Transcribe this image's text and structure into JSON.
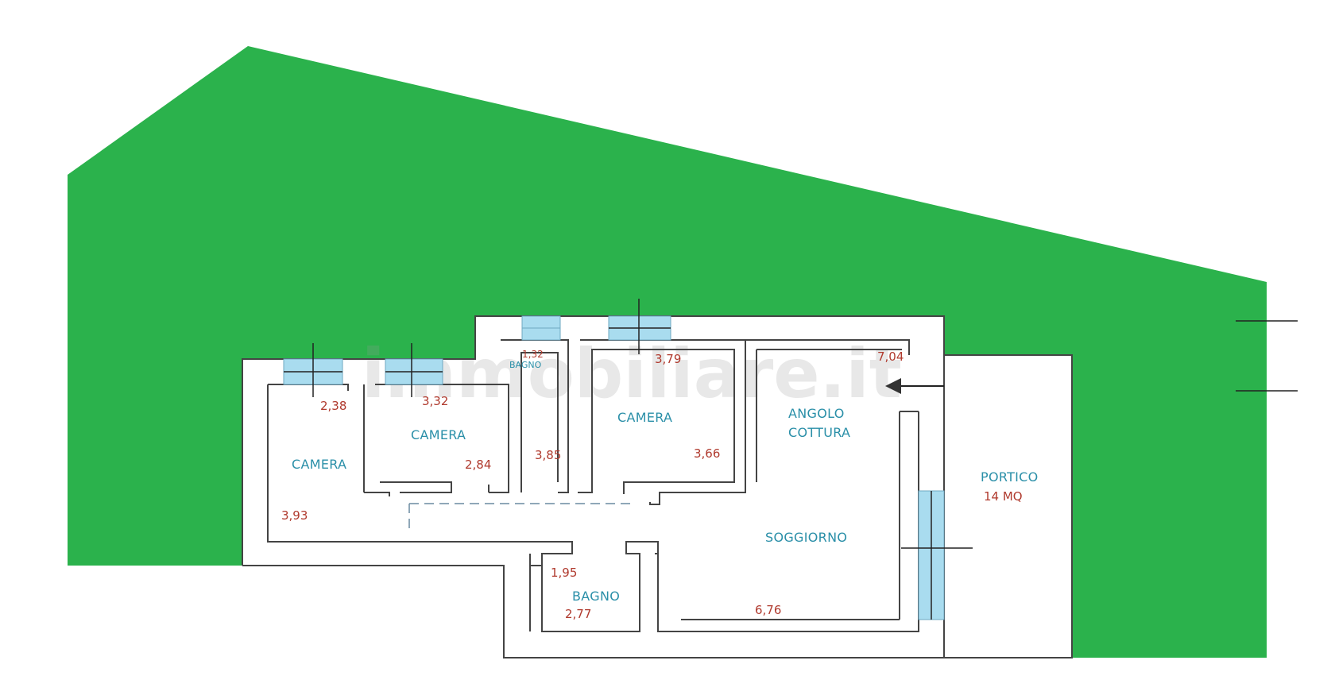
{
  "colors": {
    "garden": "#2bb24c",
    "wall": "#444444",
    "window": "#a9dcef",
    "room_text": "#2a8fa8",
    "dim_text": "#b03a2e"
  },
  "watermark": "immobiliare.it",
  "rooms": {
    "camera_left": "CAMERA",
    "camera_mid": "CAMERA",
    "bagno_small": "BAGNO",
    "camera_right": "CAMERA",
    "angolo_line1": "ANGOLO",
    "angolo_line2": "COTTURA",
    "soggiorno": "SOGGIORNO",
    "bagno_bottom": "BAGNO",
    "portico_line1": "PORTICO",
    "portico_line2": "14 MQ"
  },
  "dims": {
    "camera_left_w": "2,38",
    "camera_left_h": "3,93",
    "camera_mid_w": "3,32",
    "camera_mid_h": "2,84",
    "bagno_small_w": "1,32",
    "bagno_small_h": "3,85",
    "camera_right_w": "3,79",
    "camera_right_h": "3,66",
    "angolo_w": "7,04",
    "soggiorno_w": "6,76",
    "bagno_bottom_h": "1,95",
    "bagno_bottom_w": "2,77"
  },
  "icons": {
    "entrance": "arrow-left-icon"
  }
}
